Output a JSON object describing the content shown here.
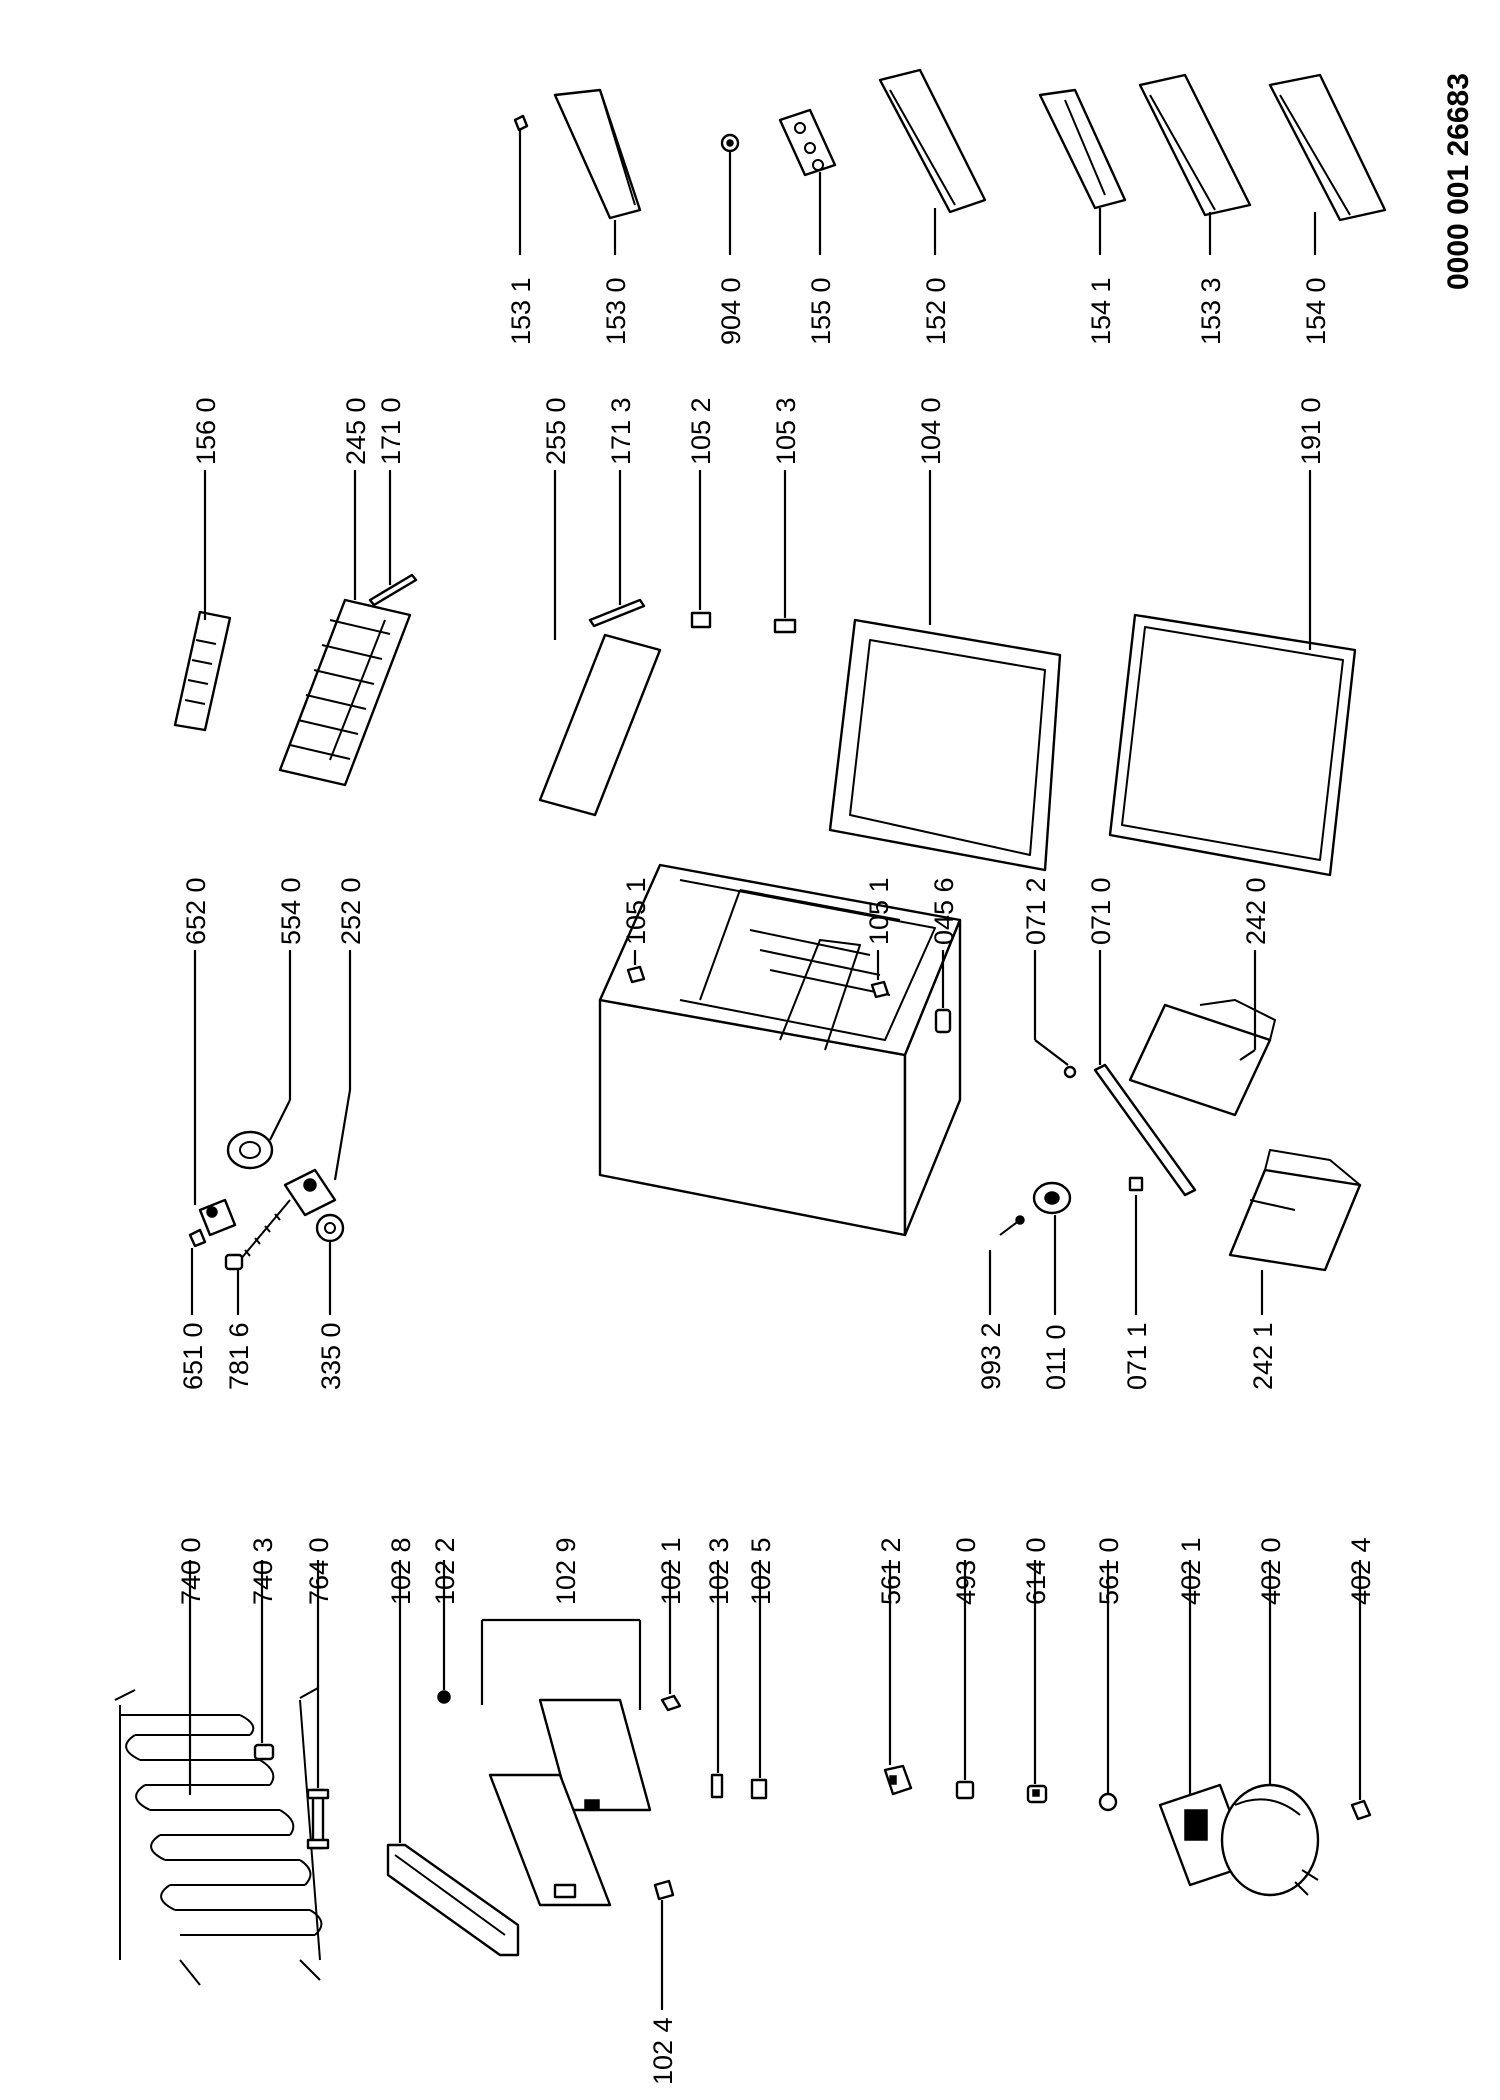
{
  "drawing_code": "0000 001 26683",
  "labels": {
    "l7400": "740 0",
    "l7403": "740 3",
    "l7640": "764 0",
    "l1028": "102 8",
    "l1022": "102 2",
    "l1029": "102 9",
    "l1021": "102 1",
    "l1023": "102 3",
    "l1025": "102 5",
    "l1024": "102 4",
    "l5612": "561 2",
    "l4930": "493 0",
    "l6140": "614 0",
    "l5610": "561 0",
    "l4021": "402 1",
    "l4020": "402 0",
    "l4024": "402 4",
    "l6510": "651 0",
    "l7816": "781 6",
    "l3350": "335 0",
    "l6520": "652 0",
    "l5540": "554 0",
    "l2520": "252 0",
    "l1051a": "105 1",
    "l1051b": "105 1",
    "l0456": "045 6",
    "l0712": "071 2",
    "l0710": "071 0",
    "l2420": "242 0",
    "l9932": "993 2",
    "l0110": "011 0",
    "l0711": "071 1",
    "l2421": "242 1",
    "l1560": "156 0",
    "l2450": "245 0",
    "l1710": "171 0",
    "l2550": "255 0",
    "l1713": "171 3",
    "l1052": "105 2",
    "l1053": "105 3",
    "l1040": "104 0",
    "l1910": "191 0",
    "l1531": "153 1",
    "l1530": "153 0",
    "l9040": "904 0",
    "l1550": "155 0",
    "l1520": "152 0",
    "l1541": "154 1",
    "l1533": "153 3",
    "l1540": "154 0"
  }
}
